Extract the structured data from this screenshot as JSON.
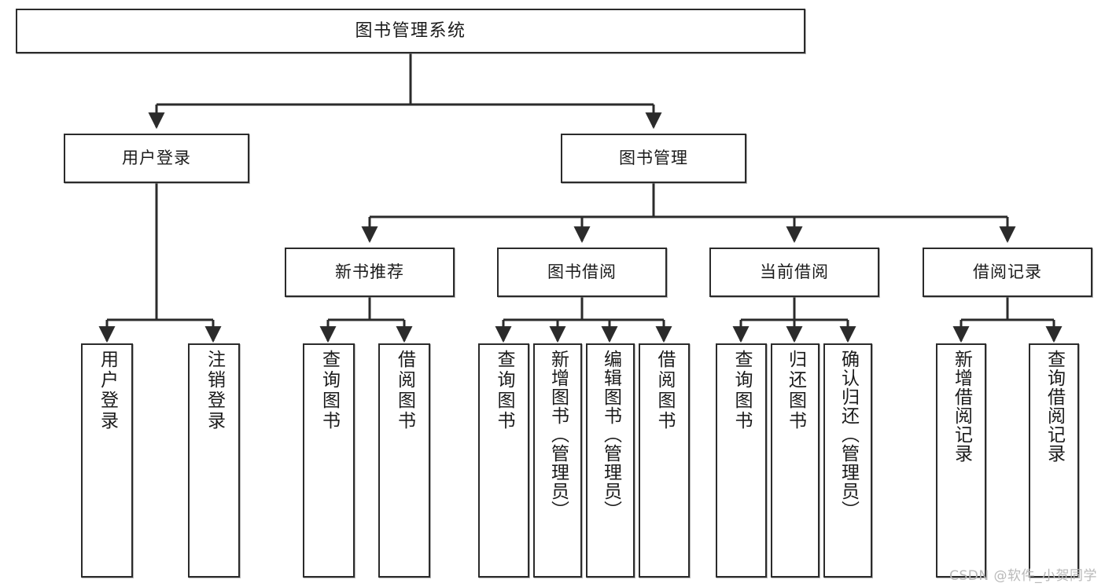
{
  "diagram": {
    "title": "图书管理系统",
    "type": "tree-hierarchy-chart",
    "watermark": "CSDN @软件_小贺同学",
    "colors": {
      "box_border": "#2b2b2b",
      "box_fill": "#ffffff",
      "connector": "#2b2b2b",
      "watermark": "#b9b9b9"
    }
  },
  "nodes": {
    "root": {
      "label": "图书管理系统"
    },
    "level2": [
      {
        "label": "用户登录"
      },
      {
        "label": "图书管理"
      }
    ],
    "level3": [
      {
        "label": "新书推荐"
      },
      {
        "label": "图书借阅"
      },
      {
        "label": "当前借阅"
      },
      {
        "label": "借阅记录"
      }
    ],
    "leaves": {
      "user_login": [
        {
          "label": "用户登录"
        },
        {
          "label": "注销登录"
        }
      ],
      "new_book_recommend": [
        {
          "label": "查询图书"
        },
        {
          "label": "借阅图书"
        }
      ],
      "book_borrow": [
        {
          "label": "查询图书"
        },
        {
          "label": "新增图书（管理员）"
        },
        {
          "label": "编辑图书（管理员）"
        },
        {
          "label": "借阅图书"
        }
      ],
      "current_borrow": [
        {
          "label": "查询图书"
        },
        {
          "label": "归还图书"
        },
        {
          "label": "确认归还（管理员）"
        }
      ],
      "borrow_record": [
        {
          "label": "新增借阅记录"
        },
        {
          "label": "查询借阅记录"
        }
      ]
    }
  }
}
